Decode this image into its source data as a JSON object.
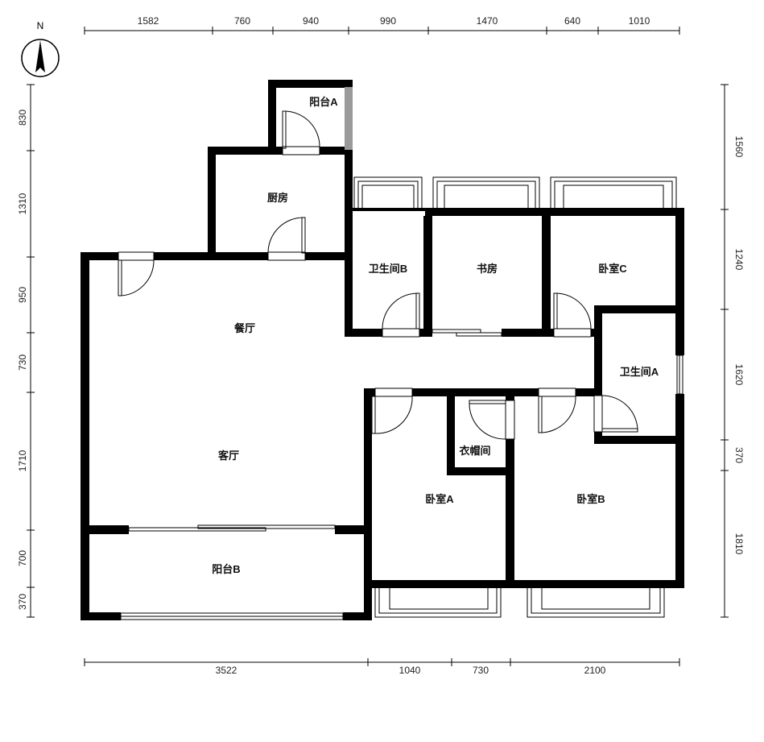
{
  "compass": {
    "label": "N"
  },
  "dimensions": {
    "top": [
      "1582",
      "760",
      "940",
      "990",
      "1470",
      "640",
      "1010"
    ],
    "bottom": [
      "3522",
      "1040",
      "730",
      "2100"
    ],
    "left": [
      "830",
      "1310",
      "950",
      "730",
      "1710",
      "700",
      "370"
    ],
    "right": [
      "1560",
      "1240",
      "1620",
      "370",
      "1810"
    ]
  },
  "rooms": {
    "balcony_a": "阳台A",
    "kitchen": "厨房",
    "bathroom_b": "卫生间B",
    "study": "书房",
    "bedroom_c": "卧室C",
    "dining": "餐厅",
    "bathroom_a": "卫生间A",
    "living": "客厅",
    "cloakroom": "衣帽间",
    "bedroom_a": "卧室A",
    "bedroom_b": "卧室B",
    "balcony_b": "阳台B"
  }
}
